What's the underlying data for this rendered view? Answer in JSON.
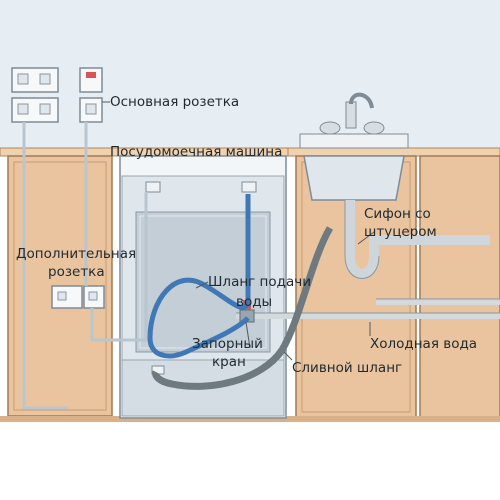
{
  "labels": {
    "main_socket": "Основная розетка",
    "dishwasher": "Посудомоечная машина",
    "extra_socket_line1": "Дополнительная",
    "extra_socket_line2": "розетка",
    "siphon_line1": "Сифон со",
    "siphon_line2": "штуцером",
    "inlet_hose_line1": "Шланг подачи",
    "inlet_hose_line2": "воды",
    "shutoff_valve_line1": "Запорный",
    "shutoff_valve_line2": "кран",
    "drain_hose": "Сливной шланг",
    "cold_water": "Холодная вода"
  },
  "colors": {
    "wall": "#e6edf3",
    "cabinet": "#e9c49e",
    "cabinet_border": "#a07a55",
    "countertop": "#f0d2ae",
    "inlet_hose": "#3f78b4",
    "drain_hose": "#6e7a80",
    "pipe": "#e3e7ea"
  },
  "icons": [
    "socket-icon",
    "faucet-icon",
    "sink-icon",
    "siphon-icon",
    "valve-icon"
  ]
}
